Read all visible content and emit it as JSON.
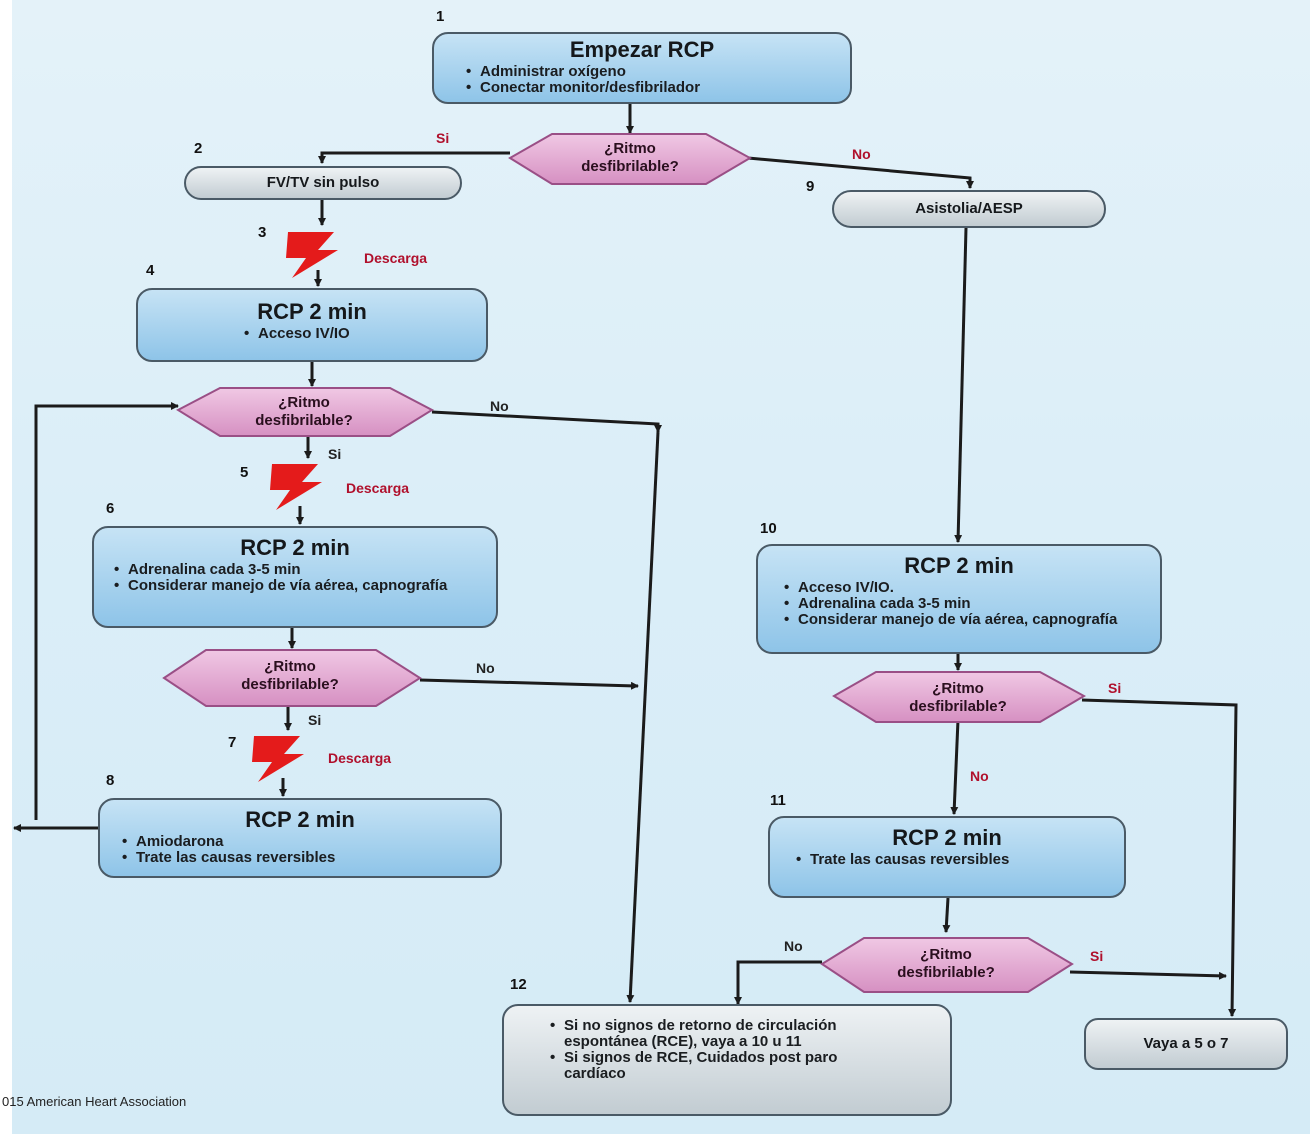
{
  "steps": {
    "s1": {
      "number": "1",
      "title": "Empezar RCP",
      "bullets": [
        "Administrar oxígeno",
        "Conectar monitor/desfibrilador"
      ]
    },
    "s2": {
      "number": "2",
      "title": "FV/TV sin pulso"
    },
    "s3": {
      "number": "3",
      "label": "Descarga"
    },
    "s4": {
      "number": "4",
      "title": "RCP 2 min",
      "bullets": [
        "Acceso IV/IO"
      ]
    },
    "s5": {
      "number": "5",
      "label": "Descarga"
    },
    "s6": {
      "number": "6",
      "title": "RCP 2 min",
      "bullets": [
        "Adrenalina cada 3-5 min",
        "Considerar manejo de vía aérea, capnografía"
      ]
    },
    "s7": {
      "number": "7",
      "label": "Descarga"
    },
    "s8": {
      "number": "8",
      "title": "RCP 2 min",
      "bullets": [
        "Amiodarona",
        "Trate las causas reversibles"
      ]
    },
    "s9": {
      "number": "9",
      "title": "Asistolia/AESP"
    },
    "s10": {
      "number": "10",
      "title": "RCP 2 min",
      "bullets": [
        "Acceso IV/IO.",
        "Adrenalina cada 3-5 min",
        "Considerar manejo de vía aérea, capnografía"
      ]
    },
    "s11": {
      "number": "11",
      "title": "RCP 2 min",
      "bullets": [
        "Trate las causas reversibles"
      ]
    },
    "s12": {
      "number": "12",
      "bullets": [
        "Si no signos de retorno de circulación espontánea (RCE), vaya a 10 u 11",
        "Si signos de RCE, Cuidados post paro cardíaco"
      ]
    },
    "goto": {
      "title": "Vaya a 5 o 7"
    }
  },
  "decision": {
    "line1": "¿Ritmo",
    "line2": "desfibrilable?"
  },
  "labels": {
    "yes": "Si",
    "no": "No"
  },
  "footer": {
    "copyright": "015 American Heart Association"
  },
  "colors": {
    "box_blue": "#8ec4e8",
    "box_gray": "#c2ccd2",
    "decision_fill": "#e2a8d0",
    "decision_stroke": "#9a4f86",
    "shock": "#e41b1b",
    "label_red": "#b0102c"
  }
}
